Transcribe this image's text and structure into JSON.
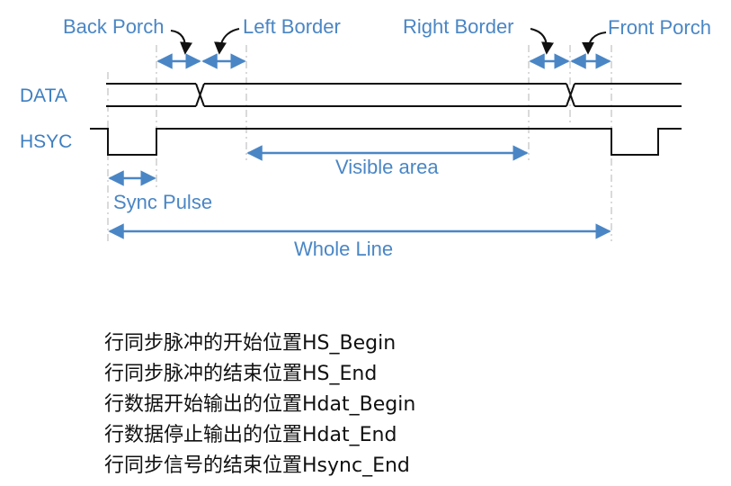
{
  "labels": {
    "back_porch": "Back Porch",
    "left_border": "Left Border",
    "right_border": "Right Border",
    "front_porch": "Front Porch",
    "data_signal": "DATA",
    "hsync_signal": "HSYC",
    "visible_area": "Visible area",
    "sync_pulse": "Sync Pulse",
    "whole_line": "Whole Line"
  },
  "notes": [
    "行同步脉冲的开始位置HS_Begin",
    "行同步脉冲的结束位置HS_End",
    "行数据开始输出的位置Hdat_Begin",
    "行数据停止输出的位置Hdat_End",
    "行同步信号的结束位置Hsync_End"
  ],
  "colors": {
    "accent": "#4a86c5",
    "signal": "#111111",
    "guide": "#b5b5b5",
    "text": "#111111"
  }
}
